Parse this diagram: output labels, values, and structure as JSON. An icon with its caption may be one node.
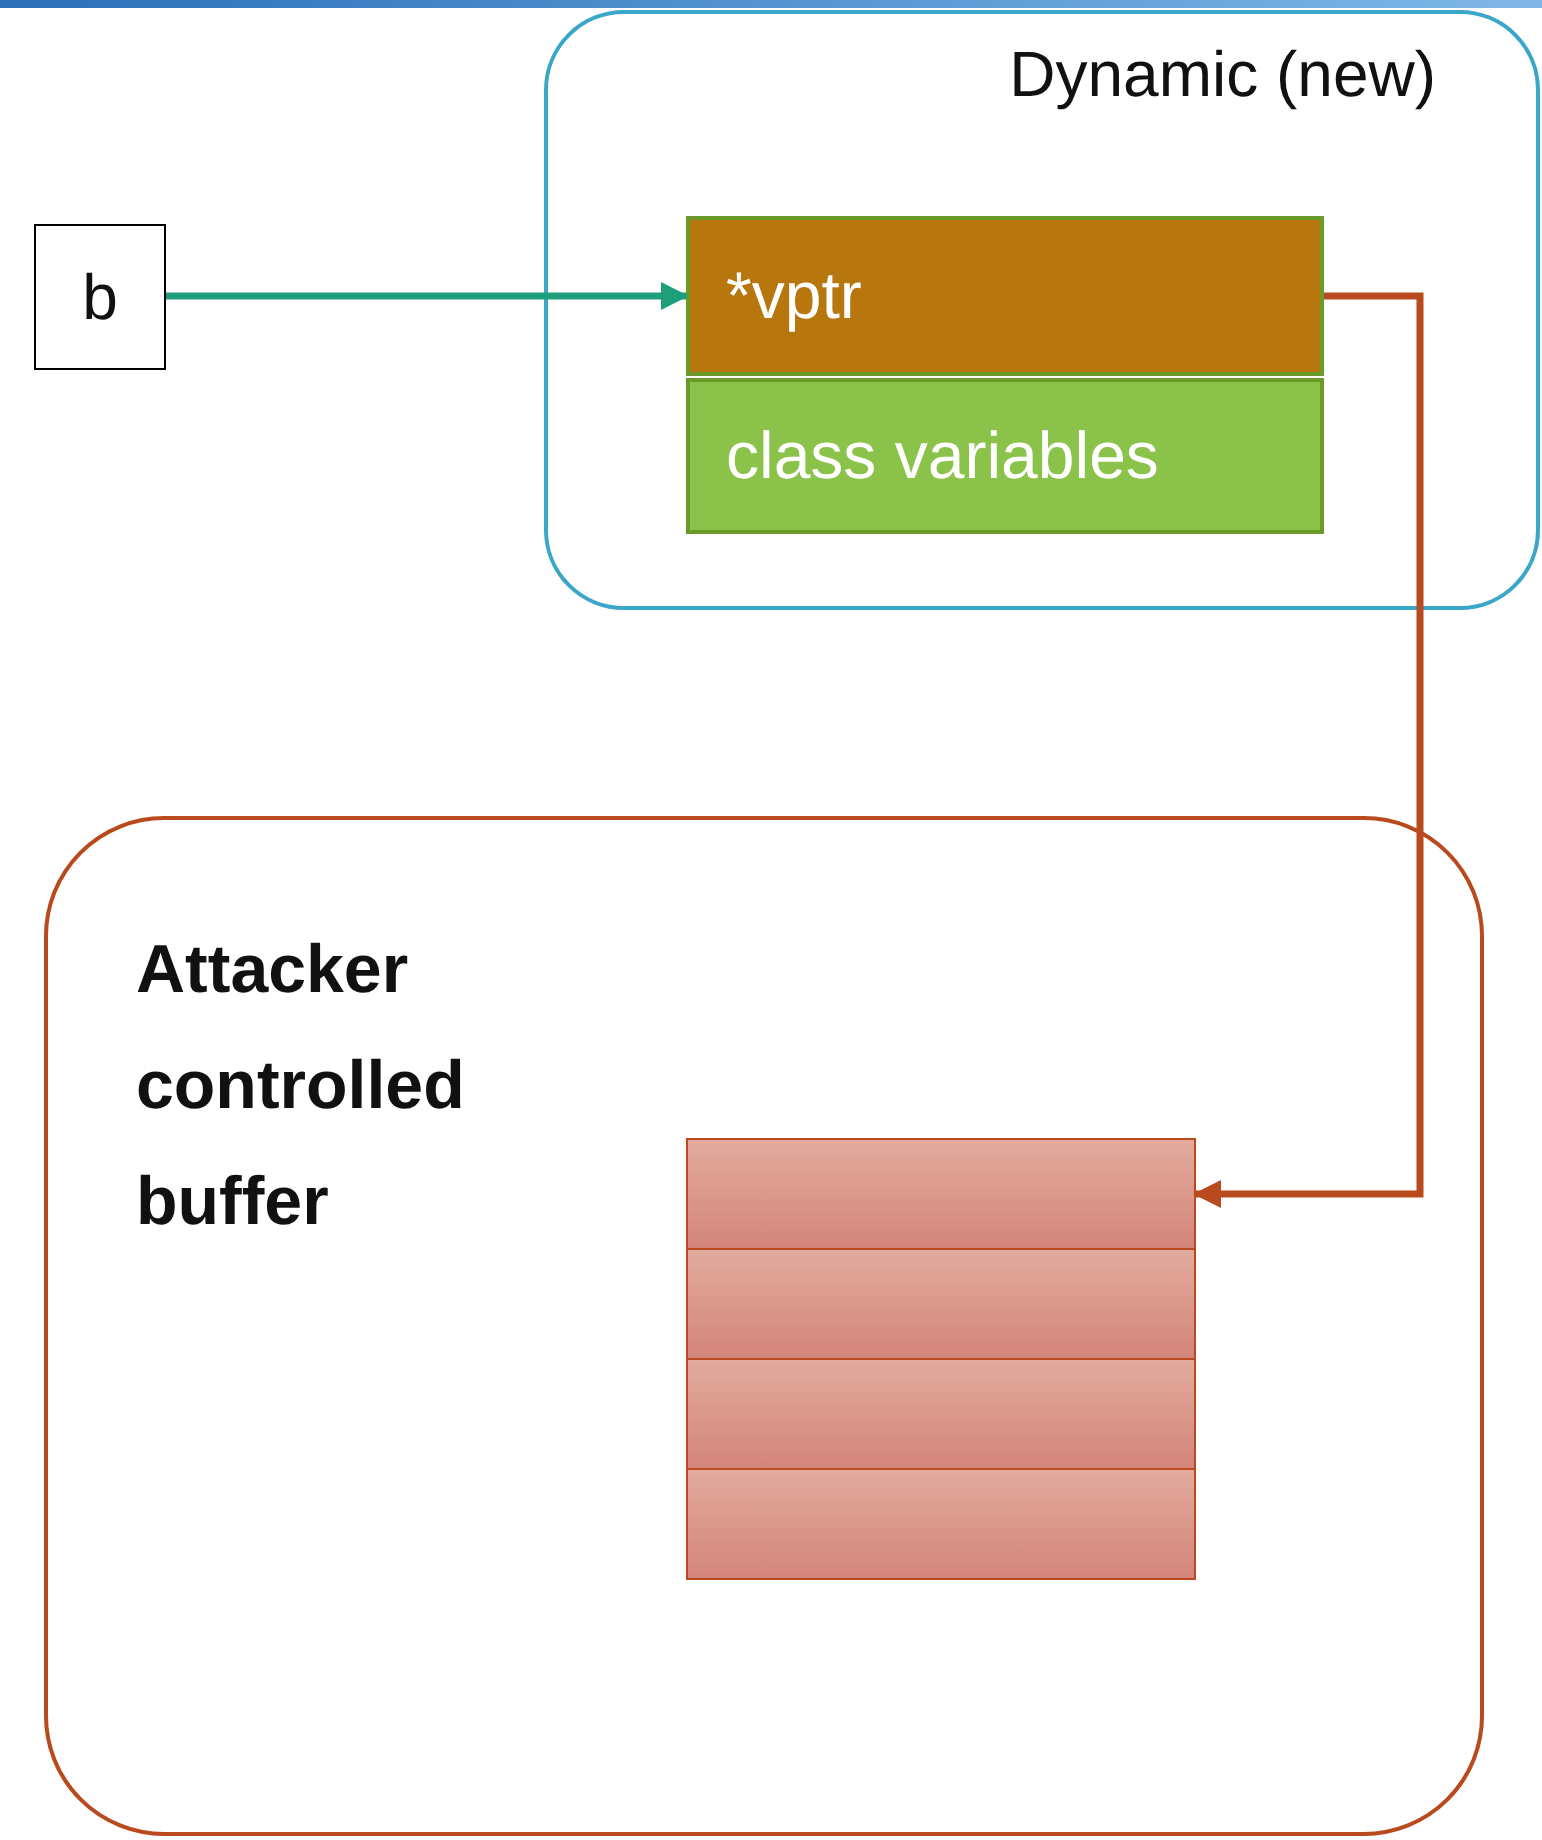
{
  "diagram": {
    "nodes": [
      {
        "text": [
          "Dynamic (new)"
        ]
      },
      {
        "text": [
          "*vptr"
        ],
        "in": 0
      },
      {
        "text": [
          "class variables"
        ],
        "in": 0
      },
      {
        "text": [
          "b"
        ]
      },
      {
        "text": [
          "Attacker controlled buffer"
        ]
      },
      {
        "text": [],
        "shape": "box",
        "in": 4
      },
      {
        "text": [],
        "shape": "box",
        "in": 4
      },
      {
        "text": [],
        "shape": "box",
        "in": 4
      },
      {
        "text": [],
        "shape": "box",
        "in": 4
      }
    ],
    "edges": [
      {
        "from": 3,
        "to": 1,
        "arrow": "to",
        "color": "#1e9e7a"
      },
      {
        "from": 1,
        "to": 5,
        "arrow": "to",
        "color": "#b84a1e"
      }
    ]
  }
}
